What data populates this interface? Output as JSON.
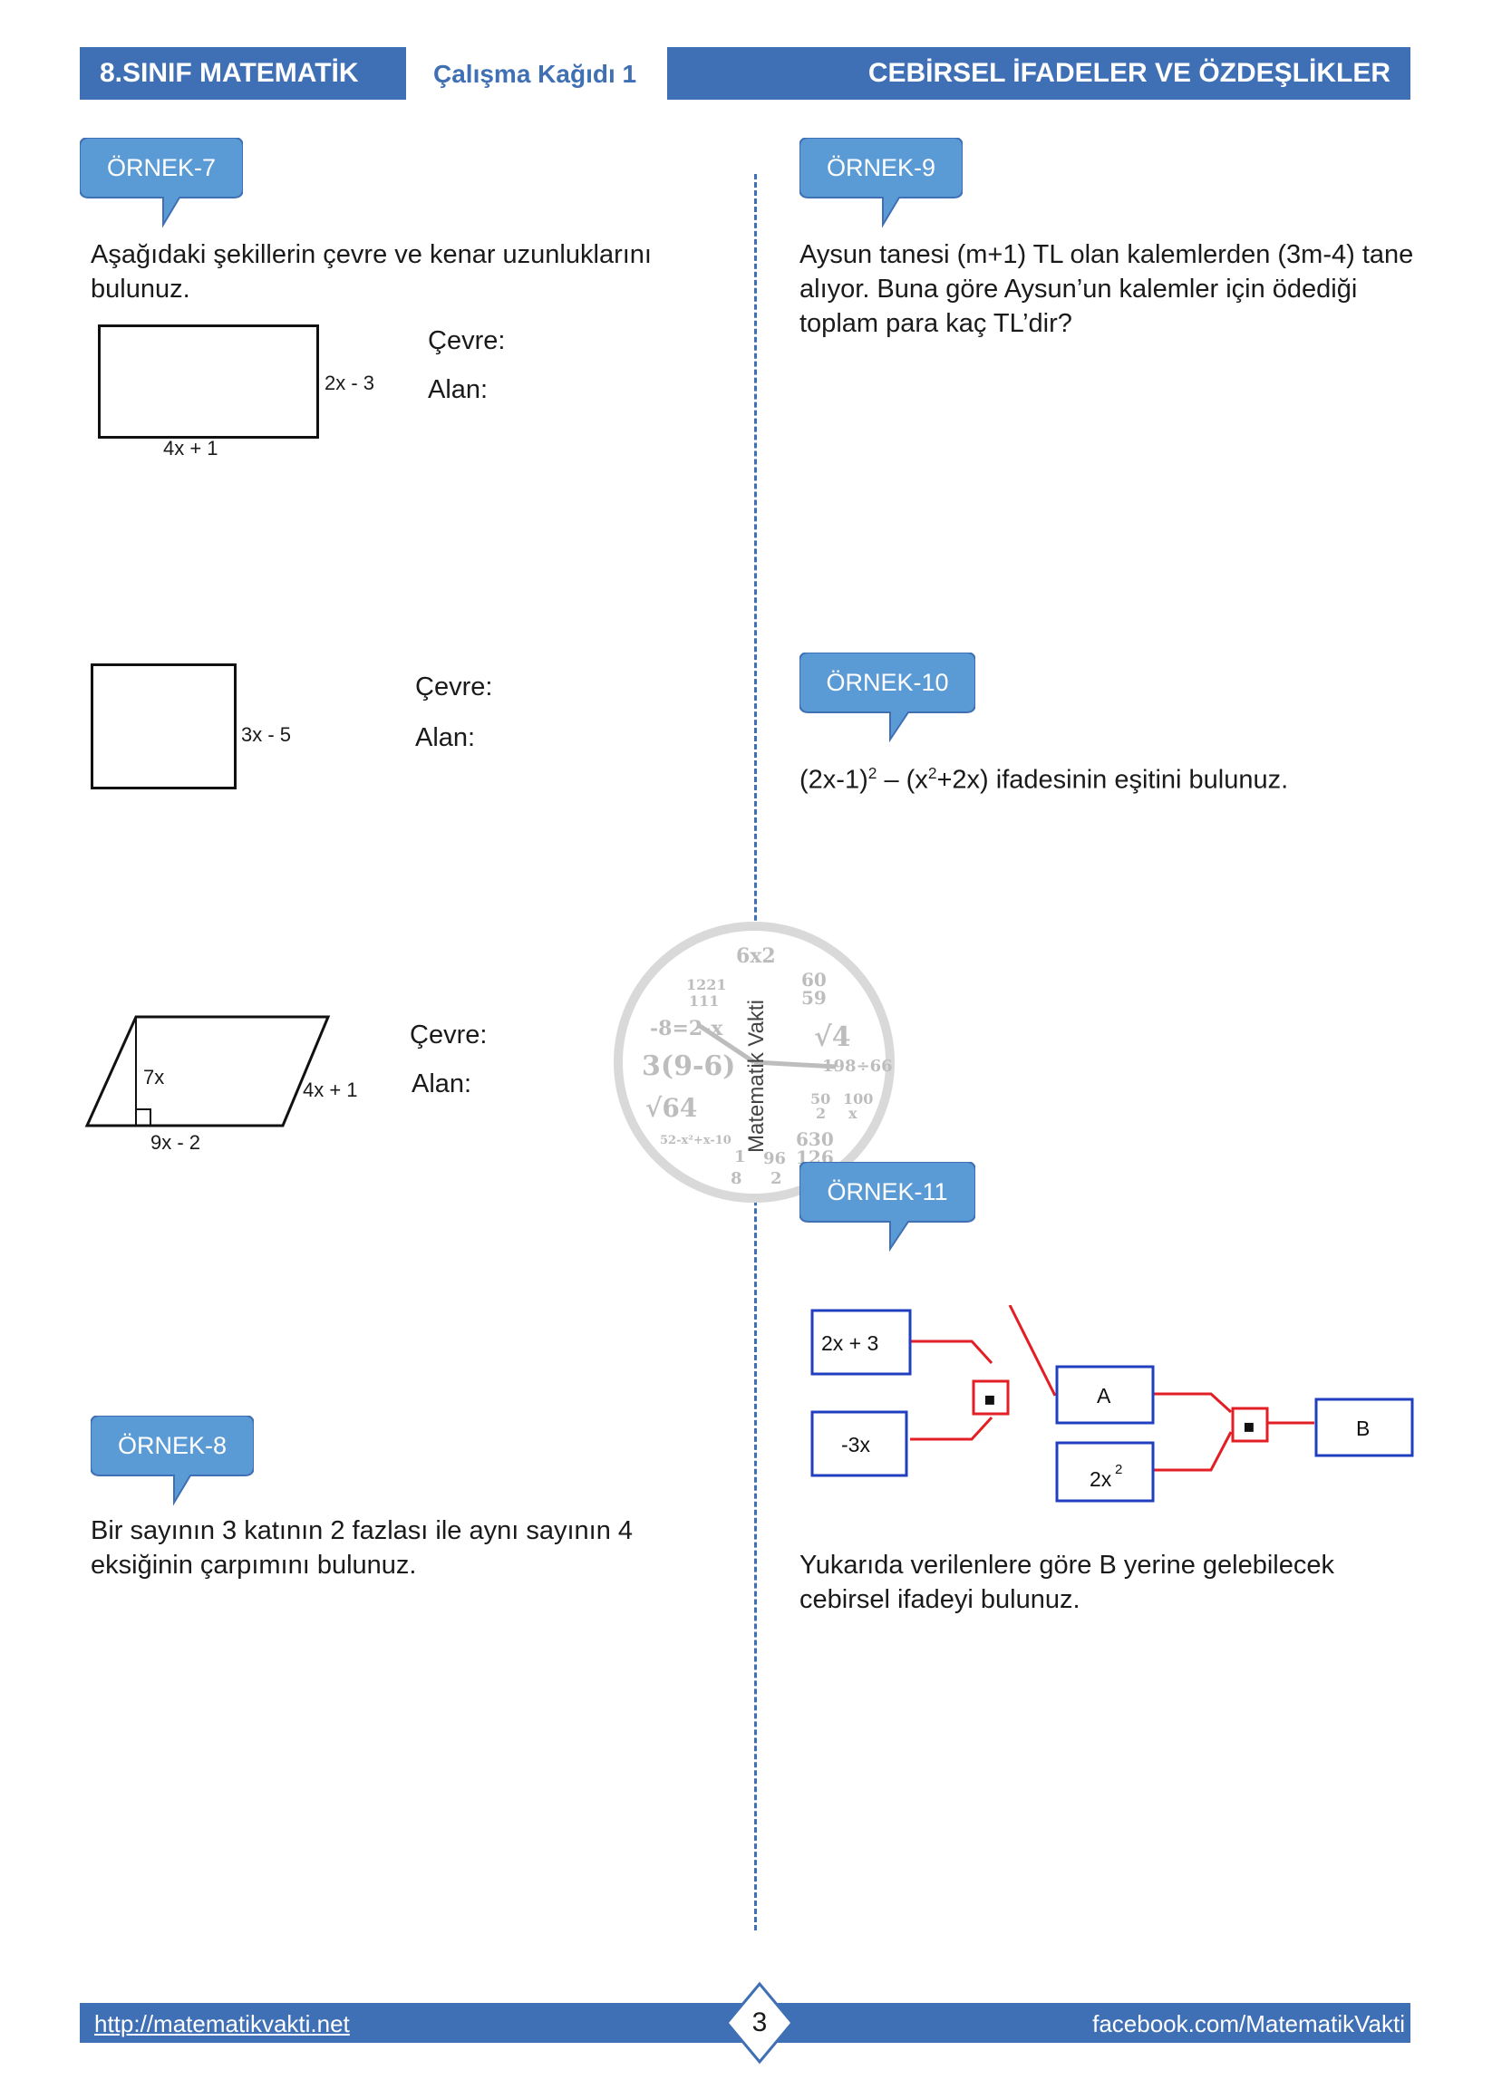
{
  "header": {
    "left": "8.SINIF MATEMATİK",
    "mid": "Çalışma Kağıdı 1",
    "right": "CEBİRSEL İFADELER VE ÖZDEŞLİKLER"
  },
  "examples": {
    "ex7": {
      "title": "ÖRNEK-7",
      "question": "Aşağıdaki şekillerin çevre ve kenar uzunluklarını bulunuz.",
      "rect": {
        "width_label": "4x + 1",
        "height_label": "2x - 3"
      },
      "square": {
        "side_label": "3x - 5"
      },
      "parallelogram": {
        "height_label": "7x",
        "side_label": "4x + 1",
        "base_label": "9x - 2"
      },
      "cevre": "Çevre:",
      "alan": "Alan:"
    },
    "ex8": {
      "title": "ÖRNEK-8",
      "question": "Bir sayının 3 katının 2 fazlası ile aynı sayının 4 eksiğinin çarpımını bulunuz."
    },
    "ex9": {
      "title": "ÖRNEK-9",
      "question": "Aysun tanesi (m+1) TL olan kalemlerden (3m-4) tane alıyor. Buna göre Aysun’un kalemler için ödediği toplam para kaç TL’dir?"
    },
    "ex10": {
      "title": "ÖRNEK-10",
      "q_part1": "(2x-1)",
      "q_exp1": "2",
      "q_part2": " – (x",
      "q_exp2": "2",
      "q_part3": "+2x) ifadesinin eşitini bulunuz."
    },
    "ex11": {
      "title": "ÖRNEK-11",
      "box1": "2x  +  3",
      "box2": "-3x",
      "boxA": "A",
      "box2x2": "2x",
      "box2x2_exp": "2",
      "boxB": "B",
      "op": "▪",
      "question": "Yukarıda verilenlere göre B yerine gelebilecek cebirsel ifadeyi bulunuz."
    }
  },
  "watermark": {
    "brand": "Matematik Vakti",
    "items": [
      "6x2",
      "1221",
      "111",
      "60",
      "59",
      "-8=2-x",
      "√4",
      "3(9-6)",
      "198÷66",
      "√64",
      "50",
      "2",
      "100",
      "x",
      "52-x²+x-10",
      "1",
      "8",
      "96",
      "2",
      "630",
      "126"
    ]
  },
  "footer": {
    "link": "http://matematikvakti.net",
    "page": "3",
    "facebook": "facebook.com/MatematikVakti"
  },
  "colors": {
    "accent": "#3f6fb4",
    "bubble": "#5b9bd5",
    "red": "#e31e24",
    "blue": "#1f3fbf"
  }
}
